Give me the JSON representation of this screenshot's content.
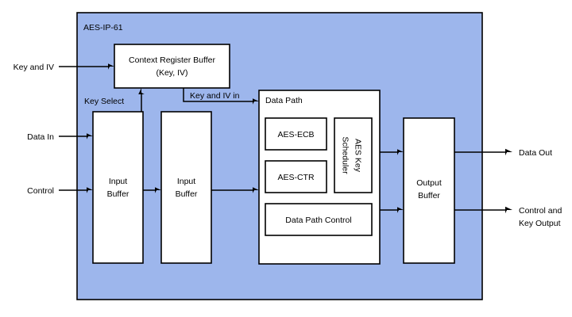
{
  "diagram": {
    "title": "AES-IP-61",
    "container": {
      "label": "AES-IP-61",
      "fill": "#9db6ec",
      "stroke": "#000000"
    },
    "blocks": [
      {
        "id": "context-register-buffer",
        "line1": "Context Register Buffer",
        "line2": "(Key, IV)"
      },
      {
        "id": "input-buffer-1",
        "line1": "Input",
        "line2": "Buffer"
      },
      {
        "id": "input-buffer-2",
        "line1": "Input",
        "line2": "Buffer"
      },
      {
        "id": "data-path",
        "label": "Data Path"
      },
      {
        "id": "aes-ecb",
        "label": "AES-ECB"
      },
      {
        "id": "aes-ctr",
        "label": "AES-CTR"
      },
      {
        "id": "aes-key-scheduler",
        "line1": "AES Key",
        "line2": "Scheduler"
      },
      {
        "id": "data-path-control",
        "label": "Data Path Control"
      },
      {
        "id": "output-buffer",
        "line1": "Output",
        "line2": "Buffer"
      }
    ],
    "external_inputs": [
      {
        "id": "key-and-iv",
        "label": "Key and IV"
      },
      {
        "id": "data-in",
        "label": "Data In"
      },
      {
        "id": "control",
        "label": "Control"
      }
    ],
    "external_outputs": [
      {
        "id": "data-out",
        "label": "Data Out"
      },
      {
        "id": "control-and-key-output",
        "line1": "Control and",
        "line2": "Key Output"
      }
    ],
    "wire_labels": [
      {
        "id": "key-select",
        "label": "Key Select"
      },
      {
        "id": "key-and-iv-in",
        "label": "Key and IV in"
      }
    ]
  }
}
